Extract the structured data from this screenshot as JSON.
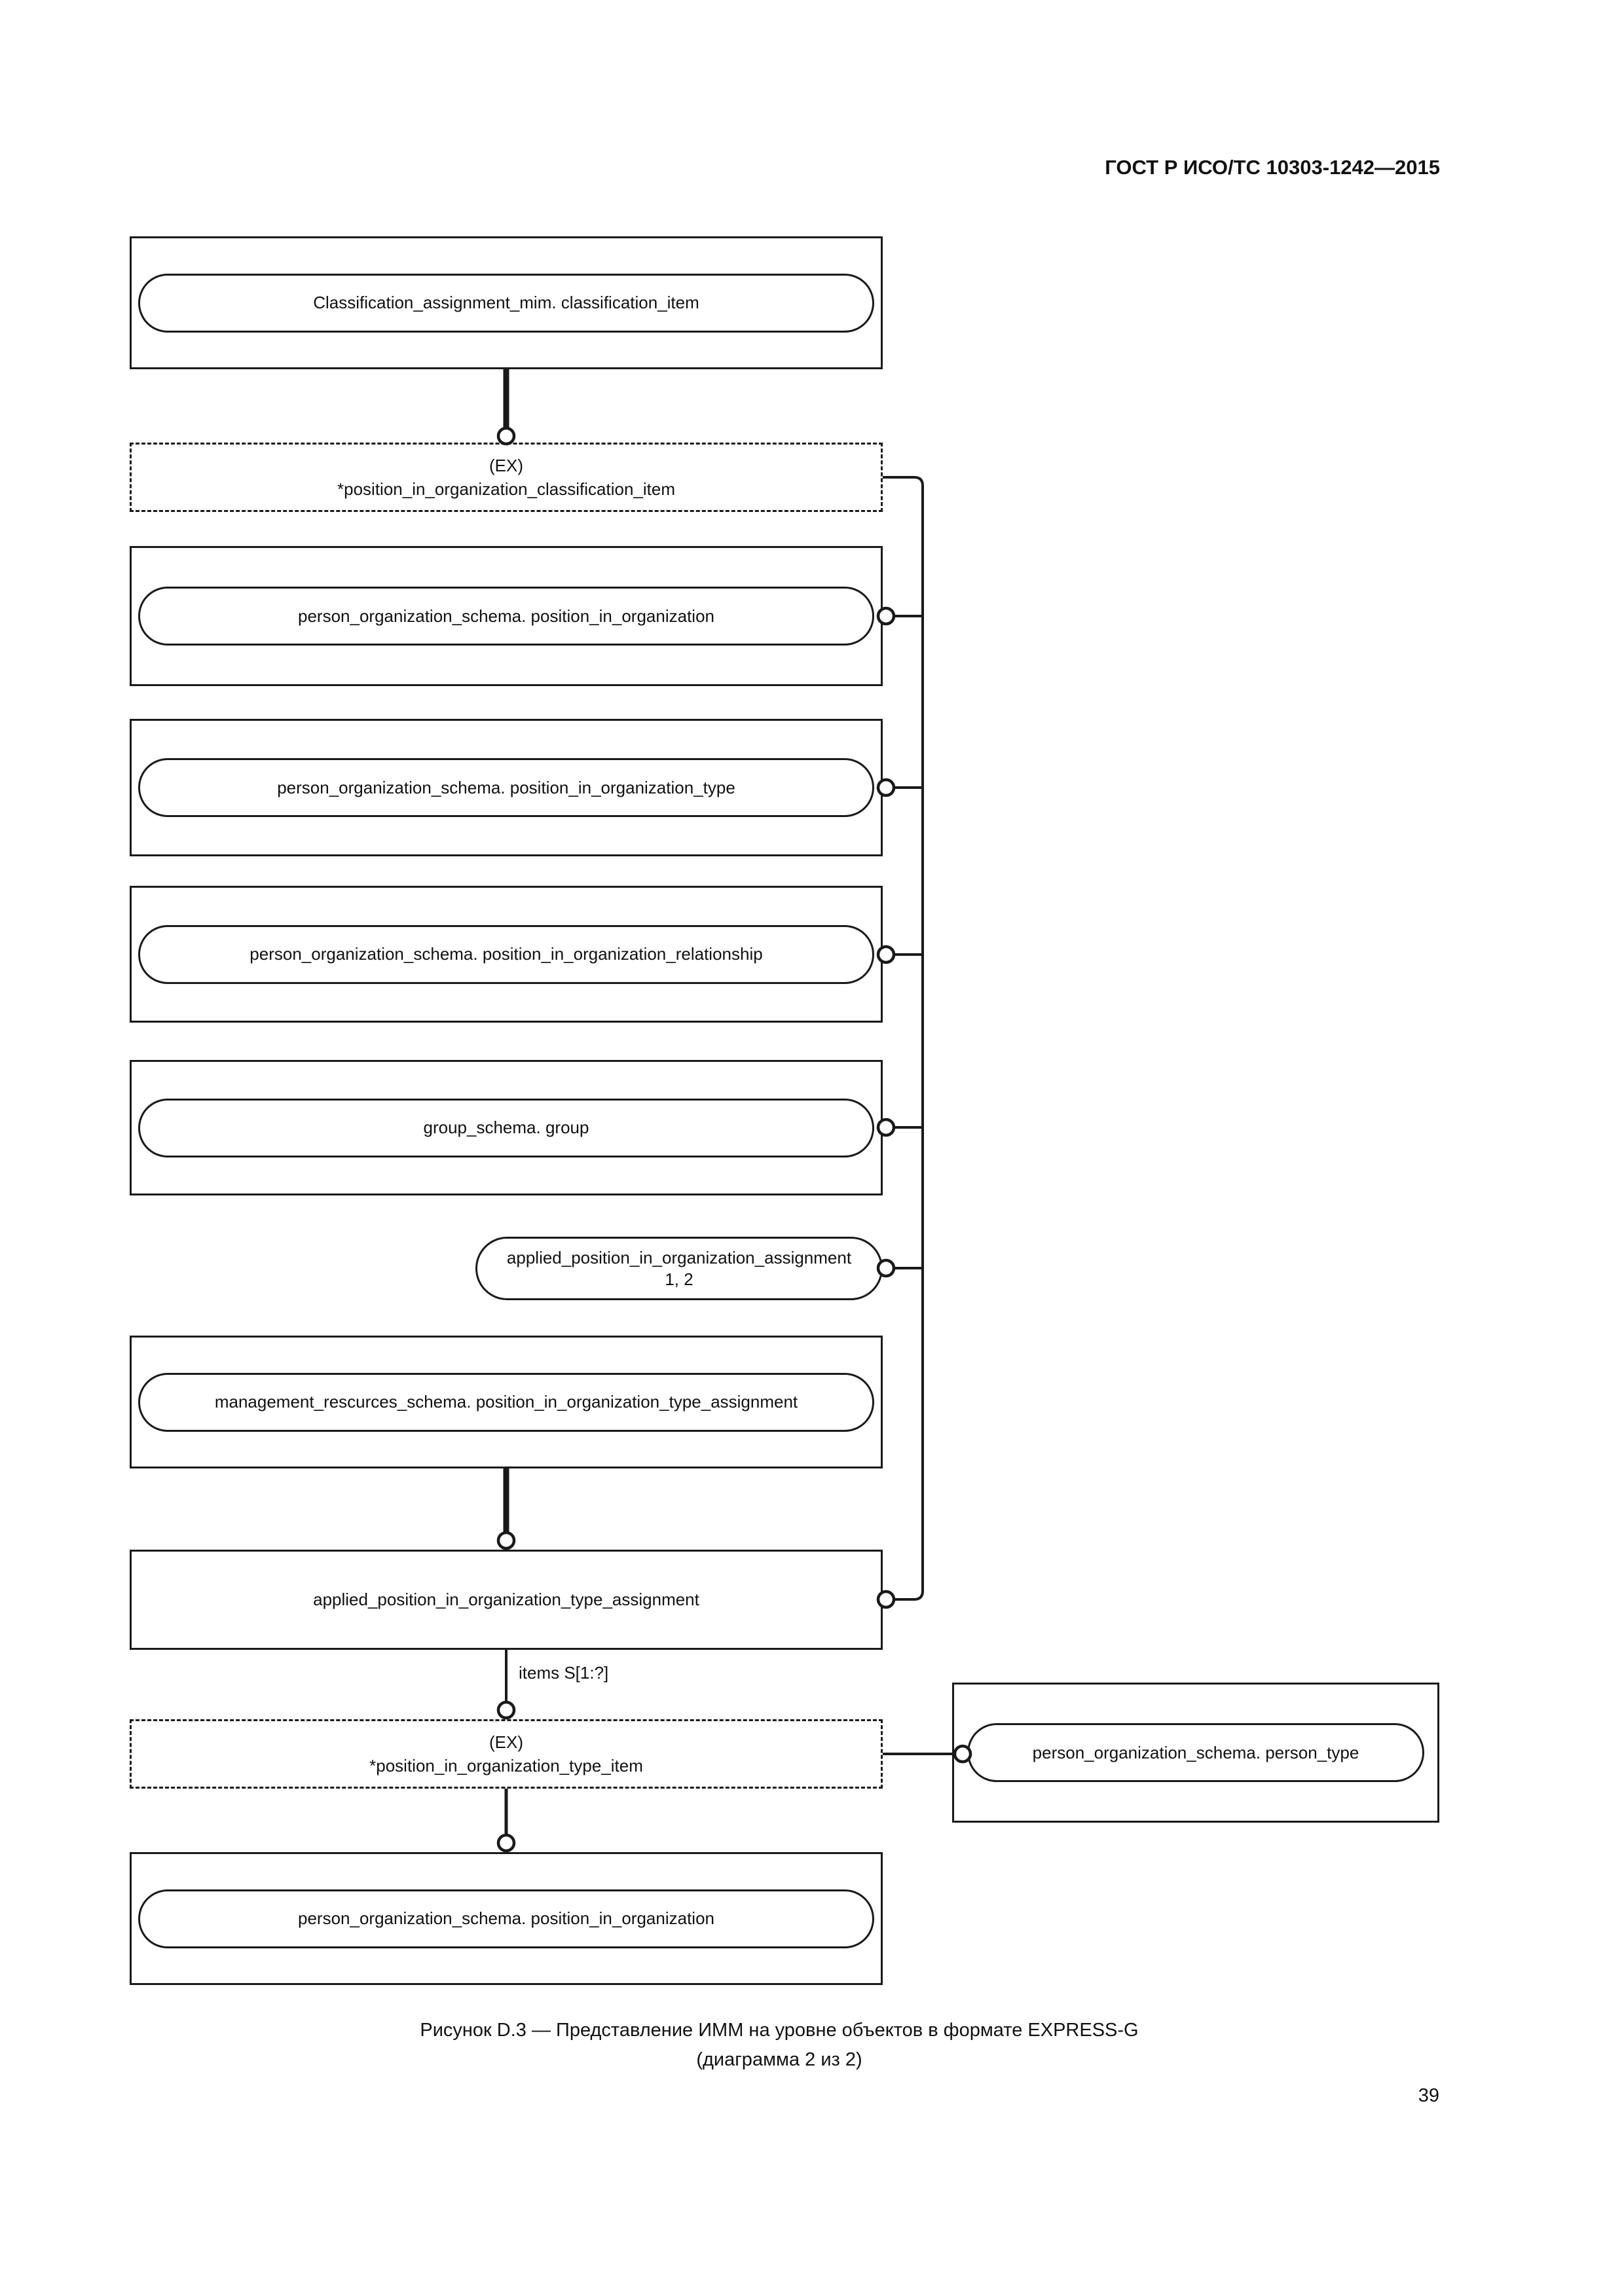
{
  "page": {
    "header": "ГОСТ Р ИСО/ТС 10303-1242—2015",
    "caption_line1": "Рисунок D.3 — Представление ИММ на уровне объектов в формате EXPRESS-G",
    "caption_line2": "(диаграмма 2 из 2)",
    "page_number": "39"
  },
  "diagram": {
    "classification_item_ref": "Classification_assignment_mim. classification_item",
    "ex_classification": {
      "tag": "(EX)",
      "name": "*position_in_organization_classification_item"
    },
    "position_in_organization_ref_top": "person_organization_schema. position_in_organization",
    "position_in_organization_type_ref": "person_organization_schema. position_in_organization_type",
    "position_in_organization_relationship_ref": "person_organization_schema. position_in_organization_relationship",
    "group_ref": "group_schema. group",
    "applied_assignment": {
      "name": "applied_position_in_organization_assignment",
      "pages": "1, 2"
    },
    "management_ref": "management_rescurces_schema. position_in_organization_type_assignment",
    "applied_type_assignment": "applied_position_in_organization_type_assignment",
    "items_attr": "items S[1:?]",
    "ex_type_item": {
      "tag": "(EX)",
      "name": "*position_in_organization_type_item"
    },
    "person_type_ref": "person_organization_schema. person_type",
    "position_in_organization_ref_bottom": "person_organization_schema. position_in_organization"
  }
}
